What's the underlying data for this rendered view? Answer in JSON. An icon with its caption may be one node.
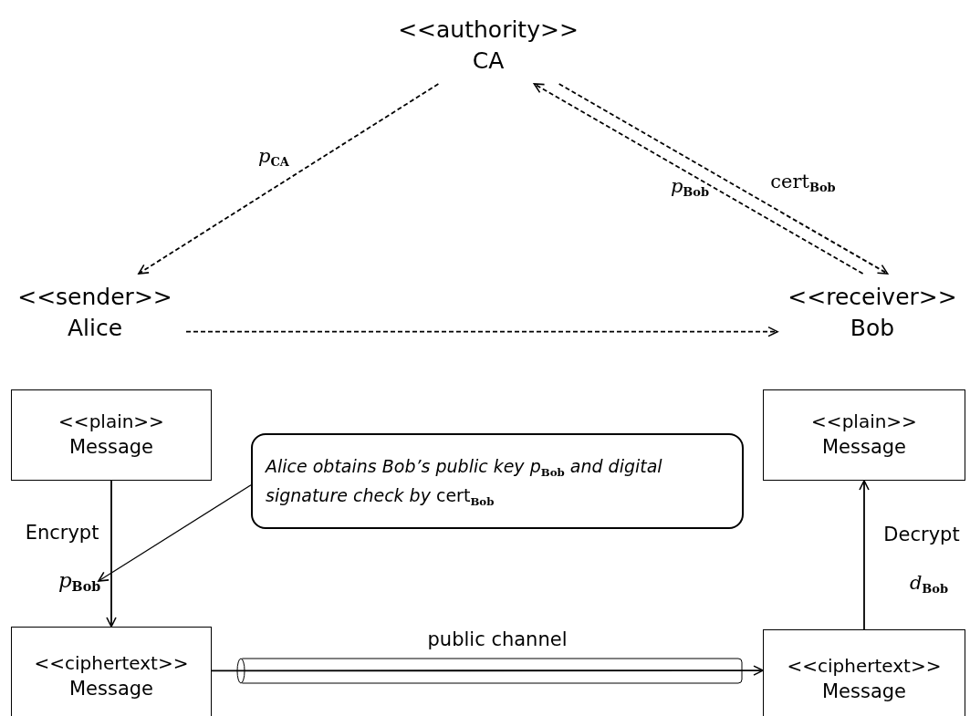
{
  "diagram": {
    "nodes": [
      {
        "text": [
          "<<authority>>",
          "CA"
        ]
      },
      {
        "text": [
          "<<sender>>",
          "Alice"
        ]
      },
      {
        "text": [
          "<<receiver>>",
          "Bob"
        ]
      },
      {
        "text": [
          "<<plain>>",
          "Message"
        ]
      },
      {
        "text": [
          "<<plain>>",
          "Message"
        ]
      },
      {
        "text": [
          "*Alice obtains Bob’s public key* *p*$_{Bob}$ *and digital signature check by* cert$_{Bob}$"
        ]
      },
      {
        "text": [
          "*p*$_{Bob}$"
        ]
      },
      {
        "text": [
          "<<ciphertext>>",
          "Message"
        ]
      },
      {
        "text": [
          "<<ciphertext>>",
          "Message"
        ]
      }
    ],
    "edges": [
      {
        "from": 0,
        "to": 1,
        "arrow": "to",
        "style": "dashed",
        "label": "*p*$_{CA}$"
      },
      {
        "from": 2,
        "to": 0,
        "arrow": "to",
        "style": "dashed",
        "label": "*p*$_{Bob}$"
      },
      {
        "from": 0,
        "to": 2,
        "arrow": "to",
        "style": "dashed",
        "label": "cert$_{Bob}$"
      },
      {
        "from": 1,
        "to": 2,
        "arrow": "to",
        "style": "dashed"
      },
      {
        "from": 3,
        "to": 7,
        "arrow": "to",
        "label": "Encrypt"
      },
      {
        "from": 8,
        "to": 4,
        "arrow": "to",
        "label": "Decrypt"
      },
      {
        "from": 7,
        "to": 8,
        "arrow": "to",
        "label": "public channel"
      },
      {
        "from": 5,
        "to": 6,
        "arrow": "to"
      }
    ],
    "labels": [
      "*d*$_{Bob}$"
    ]
  }
}
